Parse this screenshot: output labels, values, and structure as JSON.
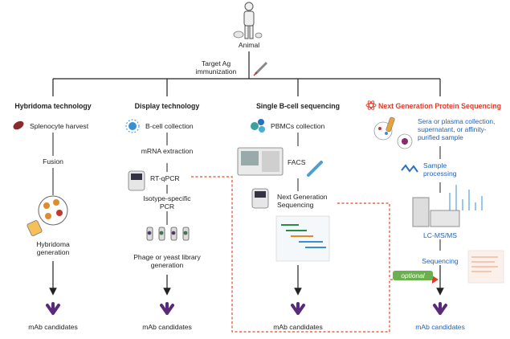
{
  "top": {
    "animal_label": "Animal",
    "immunization_label": [
      "Target Ag",
      "immunization"
    ]
  },
  "columns": [
    {
      "title": "Hybridoma technology",
      "steps": [
        "Splenocyte harvest",
        "Fusion",
        "Hybridoma generation"
      ],
      "result": "mAb candidates"
    },
    {
      "title": "Display technology",
      "steps": [
        "B-cell collection",
        "mRNA extraction",
        "RT-qPCR",
        "Isotype-specific PCR",
        "Phage or yeast library generation"
      ],
      "result": "mAb candidates"
    },
    {
      "title": "Single B-cell sequencing",
      "steps": [
        "PBMCs collection",
        "FACS",
        "Next Generation Sequencing"
      ],
      "result": "mAb candidates"
    },
    {
      "title": "Next Generation Protein Sequencing",
      "steps": [
        "Sera or plasma collection, supernatant, or affinity-purified sample",
        "Sample processing",
        "LC-MS/MS",
        "Sequencing"
      ],
      "result": "mAb candidates"
    }
  ],
  "optional_label": "optional",
  "colors": {
    "line": "#222222",
    "accent_blue": "#1f63b8",
    "accent_red": "#e03a2a",
    "dashed_link": "#e04a2a",
    "antibody": "#5a2a7a",
    "optional_badge": "#6ab04c"
  }
}
